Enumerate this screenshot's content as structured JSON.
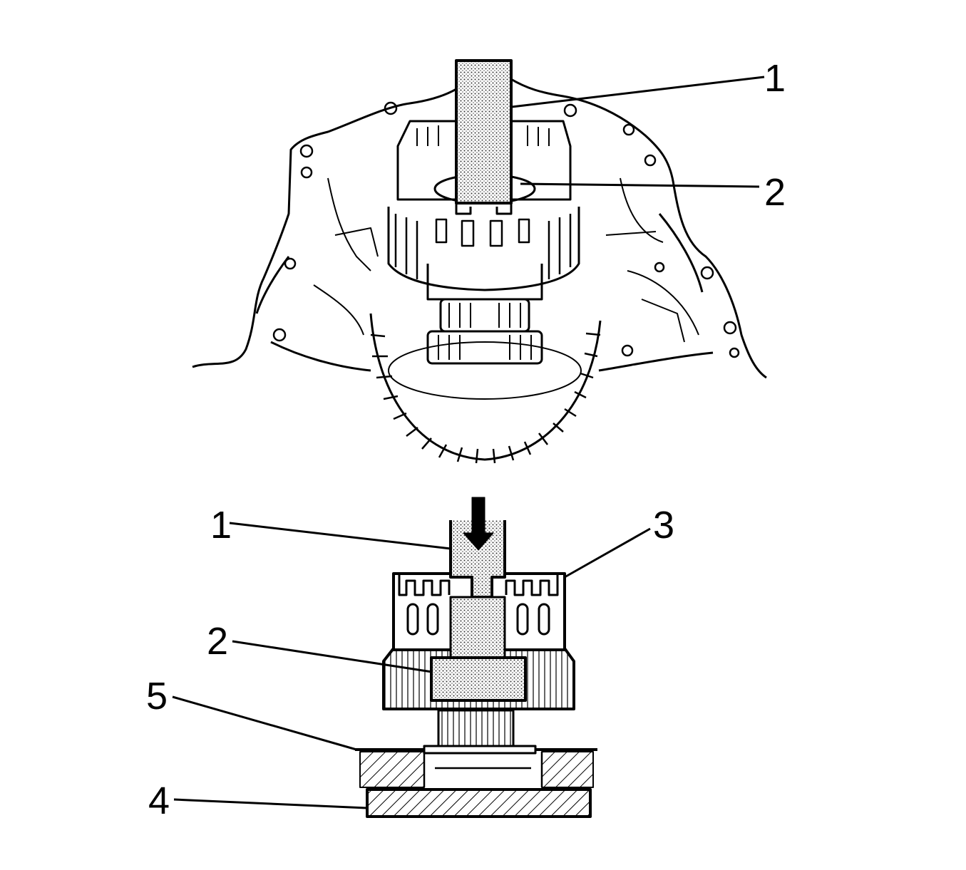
{
  "top_view": {
    "callouts": [
      {
        "id": "tool",
        "label": "1"
      },
      {
        "id": "bearing",
        "label": "2"
      }
    ]
  },
  "bottom_view": {
    "callouts": [
      {
        "id": "tool",
        "label": "1"
      },
      {
        "id": "sleeve",
        "label": "3"
      },
      {
        "id": "bearing",
        "label": "2"
      },
      {
        "id": "support",
        "label": "5"
      },
      {
        "id": "base-plate",
        "label": "4"
      }
    ]
  },
  "colors": {
    "ink": "#000000",
    "paper": "#ffffff",
    "stipple": "#8a8a8a"
  }
}
